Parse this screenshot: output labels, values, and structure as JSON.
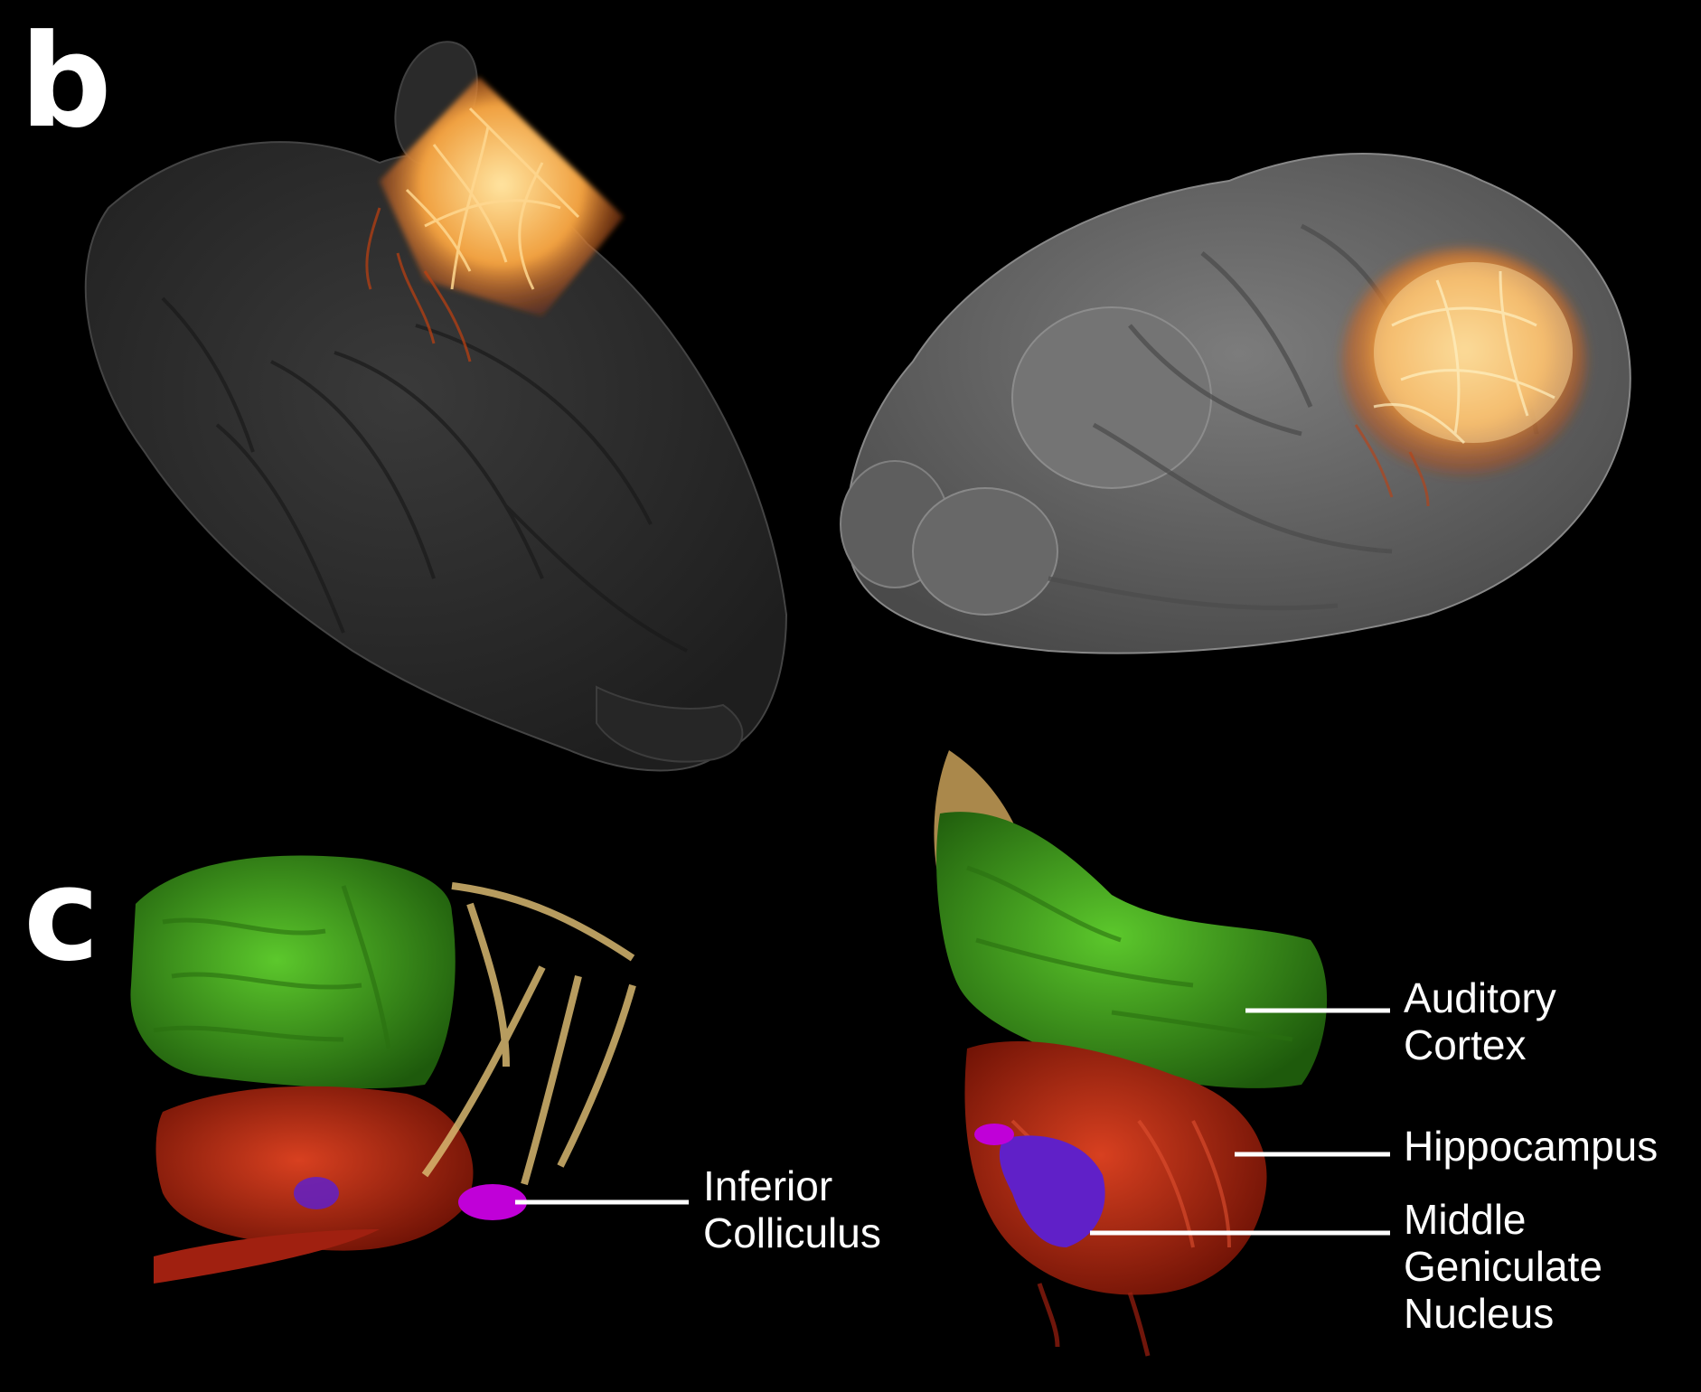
{
  "panels": {
    "b": {
      "letter": "b"
    },
    "c": {
      "letter": "c"
    }
  },
  "labels": {
    "inferior_colliculus": {
      "line1": "Inferior",
      "line2": "Colliculus"
    },
    "auditory_cortex": {
      "line1": "Auditory",
      "line2": "Cortex"
    },
    "hippocampus": {
      "line1": "Hippocampus"
    },
    "middle_geniculate_nucleus": {
      "line1": "Middle",
      "line2": "Geniculate",
      "line3": "Nucleus"
    }
  },
  "colors": {
    "background": "#000000",
    "brain_dark": "#2f2f2f",
    "brain_light": "#6a6a6a",
    "vessels_hot": "#f5c070",
    "auditory_cortex_green": "#3c9a1c",
    "hippocampus_red": "#b02812",
    "vessels_tan": "#c9a860",
    "inferior_colliculus_magenta": "#c000d8",
    "mgn_purple": "#6020c8",
    "label_text": "#ffffff"
  }
}
